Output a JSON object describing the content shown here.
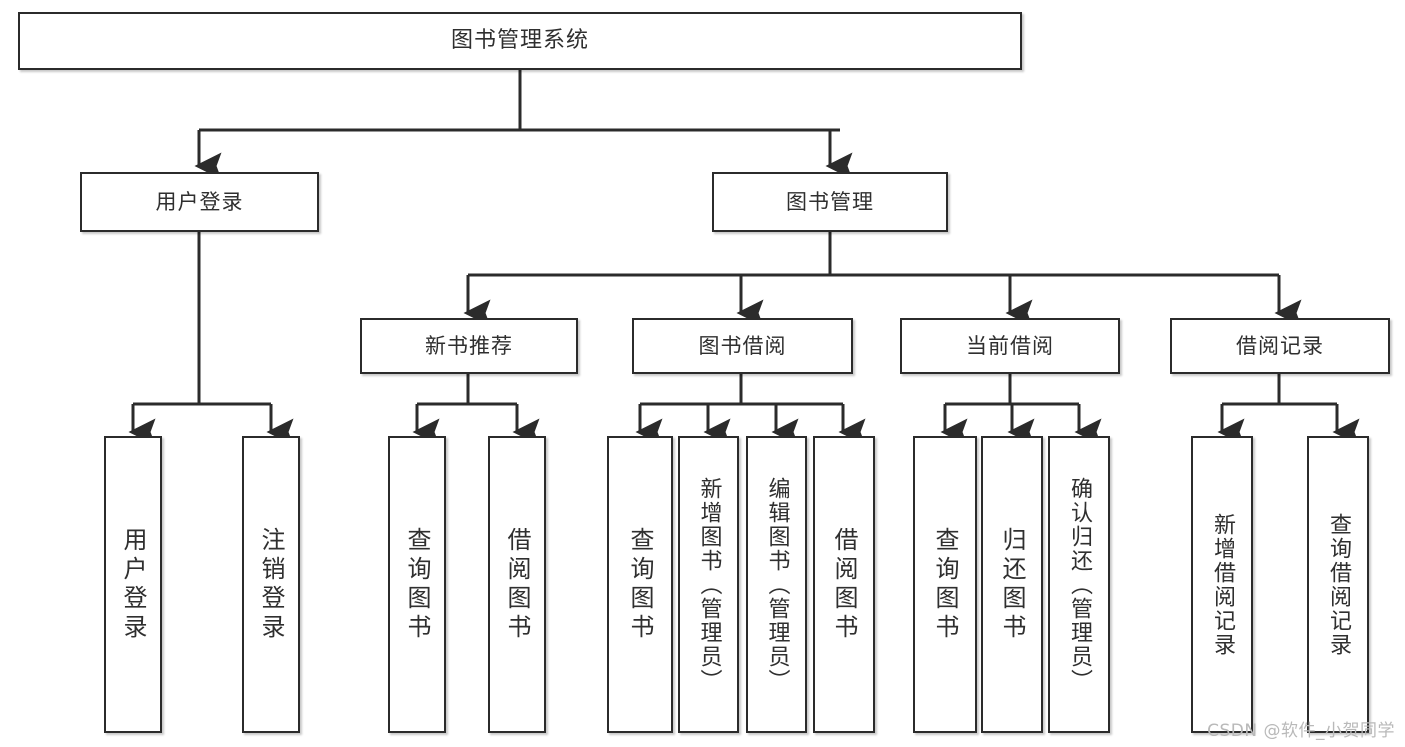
{
  "diagram": {
    "title": "图书管理系统",
    "watermark": "CSDN @软件_小贺同学",
    "colors": {
      "border": "#2b2b2b",
      "text": "#2f2f2f",
      "background": "#ffffff",
      "connector": "#2b2b2b",
      "watermark": "#b9b9b9"
    },
    "root": {
      "label": "图书管理系统"
    },
    "level2": [
      {
        "label": "用户登录"
      },
      {
        "label": "图书管理"
      }
    ],
    "level3": [
      {
        "label": "新书推荐"
      },
      {
        "label": "图书借阅"
      },
      {
        "label": "当前借阅"
      },
      {
        "label": "借阅记录"
      }
    ],
    "leaves": {
      "user_login": [
        {
          "label": "用户登录"
        },
        {
          "label": "注销登录"
        }
      ],
      "new_book_recommend": [
        {
          "label": "查询图书"
        },
        {
          "label": "借阅图书"
        }
      ],
      "book_borrow": [
        {
          "label": "查询图书"
        },
        {
          "label": "新增图书（管理员）"
        },
        {
          "label": "编辑图书（管理员）"
        },
        {
          "label": "借阅图书"
        }
      ],
      "current_borrow": [
        {
          "label": "查询图书"
        },
        {
          "label": "归还图书"
        },
        {
          "label": "确认归还（管理员）"
        }
      ],
      "borrow_record": [
        {
          "label": "新增借阅记录"
        },
        {
          "label": "查询借阅记录"
        }
      ]
    }
  }
}
